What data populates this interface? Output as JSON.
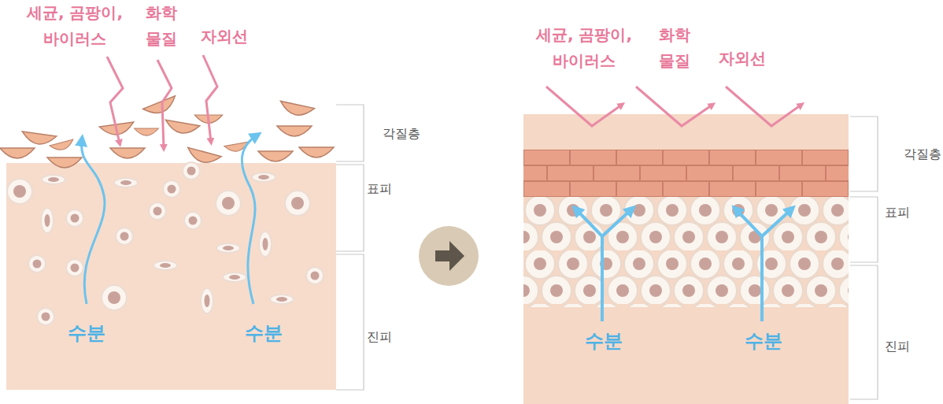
{
  "diagram": {
    "labels": [
      "세균, 곰팡이, 바이러스",
      "화학 물질",
      "자외선",
      "수분",
      "수분",
      "각질층",
      "표피",
      "진피",
      "세균, 곰팡이, 바이러스",
      "화학 물질",
      "자외선",
      "수분",
      "수분",
      "각질층",
      "표피",
      "진피"
    ]
  }
}
